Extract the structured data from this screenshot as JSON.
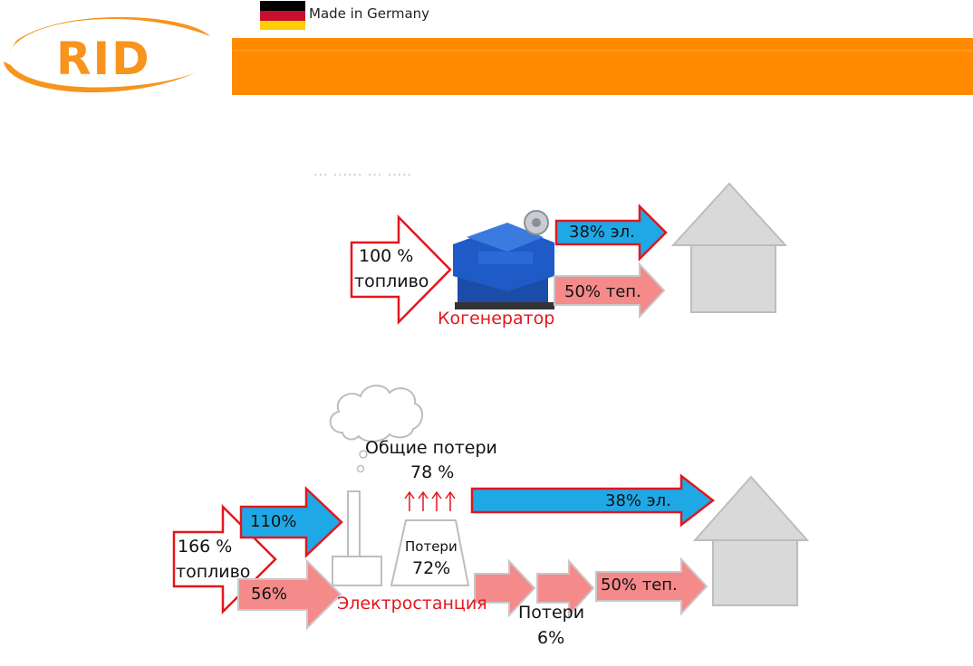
{
  "header": {
    "logo_text": "RID",
    "flag_caption": "Made in Germany",
    "colors": {
      "brand_orange": "#F7941D",
      "banner_orange": "#FF8A00",
      "flag_black": "#000000",
      "flag_red": "#C8102E",
      "flag_gold": "#FFCE00"
    }
  },
  "diagram_top": {
    "partial_title": "··· ······ ··· ·····",
    "input_arrow": {
      "line1": "100 %",
      "line2": "топливо"
    },
    "machine_label": "Когенератор",
    "output_electric": "38% эл.",
    "output_heat": "50% теп.",
    "icons": [
      "engine-icon",
      "house-icon"
    ]
  },
  "diagram_bottom": {
    "input_arrow": {
      "line1": "166 %",
      "line2": "топливо"
    },
    "branch_electric": "110%",
    "branch_heat": "56%",
    "total_losses": {
      "line1": "Общие потери",
      "line2": "78 %"
    },
    "plant_losses": {
      "line1": "Потери",
      "line2": "72%"
    },
    "plant_label": "Электростанция",
    "output_electric": "38% эл.",
    "output_heat": "50% теп.",
    "transport_losses": {
      "line1": "Потери",
      "line2": "6%"
    },
    "icons": [
      "cloud-icon",
      "chimney-icon",
      "cooling-tower-icon",
      "house-icon"
    ]
  },
  "colors": {
    "electric_blue": "#1EA9E6",
    "heat_pink": "#F58A8A",
    "arrow_outline_red": "#E3161D",
    "house_grey": "#D9D9D9",
    "label_red": "#E3161D"
  }
}
